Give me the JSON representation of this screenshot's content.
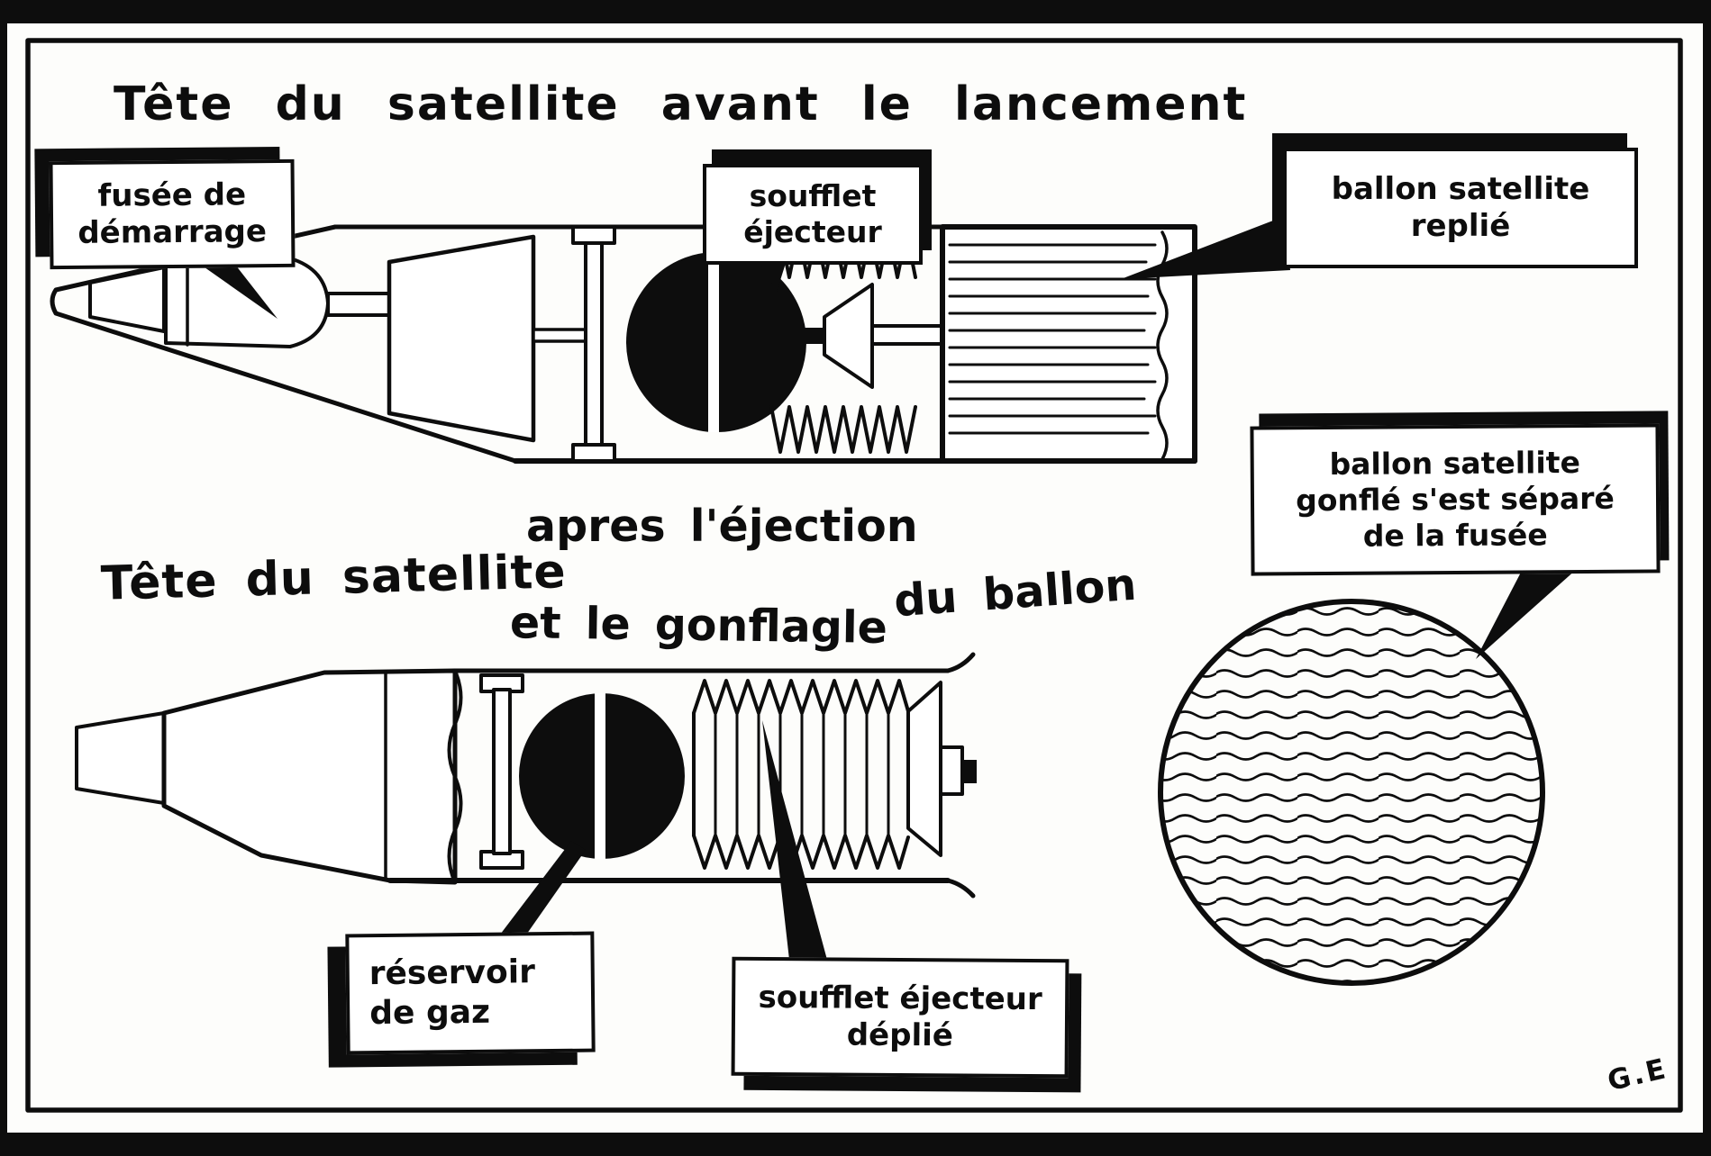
{
  "colors": {
    "ink": "#0d0d0d",
    "paper": "#ffffff"
  },
  "titles": {
    "before": "Tête du satellite avant le lancement",
    "after_head": "Tête du satellite",
    "after_line1": "apres l'éjection",
    "after_line2": "et le gonflagle",
    "after_line3": "du ballon"
  },
  "labels": {
    "starter_rocket": {
      "lines": [
        "fusée de",
        "démarrage"
      ]
    },
    "ejector_bellows": {
      "lines": [
        "soufflet",
        "éjecteur"
      ]
    },
    "folded_balloon": {
      "lines": [
        "ballon satellite",
        "replié"
      ]
    },
    "inflated_balloon": {
      "lines": [
        "ballon satellite",
        "gonflé s'est séparé",
        "de la fusée"
      ]
    },
    "gas_tank": {
      "lines": [
        "réservoir",
        "de gaz"
      ]
    },
    "deployed_bellows": {
      "lines": [
        "soufflet éjecteur",
        "déplié"
      ]
    }
  },
  "signature": "G.E"
}
